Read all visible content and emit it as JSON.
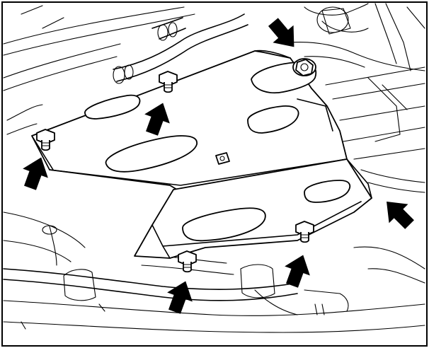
{
  "figure": {
    "colors": {
      "line": "#000000",
      "background": "#ffffff",
      "arrow": "#000000"
    },
    "arrows": [
      {
        "id": "arrow-top-right",
        "icon": "arrow-down-right-icon"
      },
      {
        "id": "arrow-top-middle",
        "icon": "arrow-up-right-icon"
      },
      {
        "id": "arrow-left",
        "icon": "arrow-up-right-icon"
      },
      {
        "id": "arrow-right-edge",
        "icon": "arrow-up-left-icon"
      },
      {
        "id": "arrow-bottom-right",
        "icon": "arrow-up-right-icon"
      },
      {
        "id": "arrow-bottom-left",
        "icon": "arrow-up-right-icon"
      }
    ],
    "fasteners": [
      {
        "id": "bolt-top-right",
        "icon": "bolt-icon"
      },
      {
        "id": "nut-top-middle",
        "icon": "nut-icon"
      },
      {
        "id": "nut-left",
        "icon": "nut-icon"
      },
      {
        "id": "nut-bottom-right",
        "icon": "nut-icon"
      },
      {
        "id": "nut-bottom-left",
        "icon": "nut-icon"
      }
    ]
  }
}
